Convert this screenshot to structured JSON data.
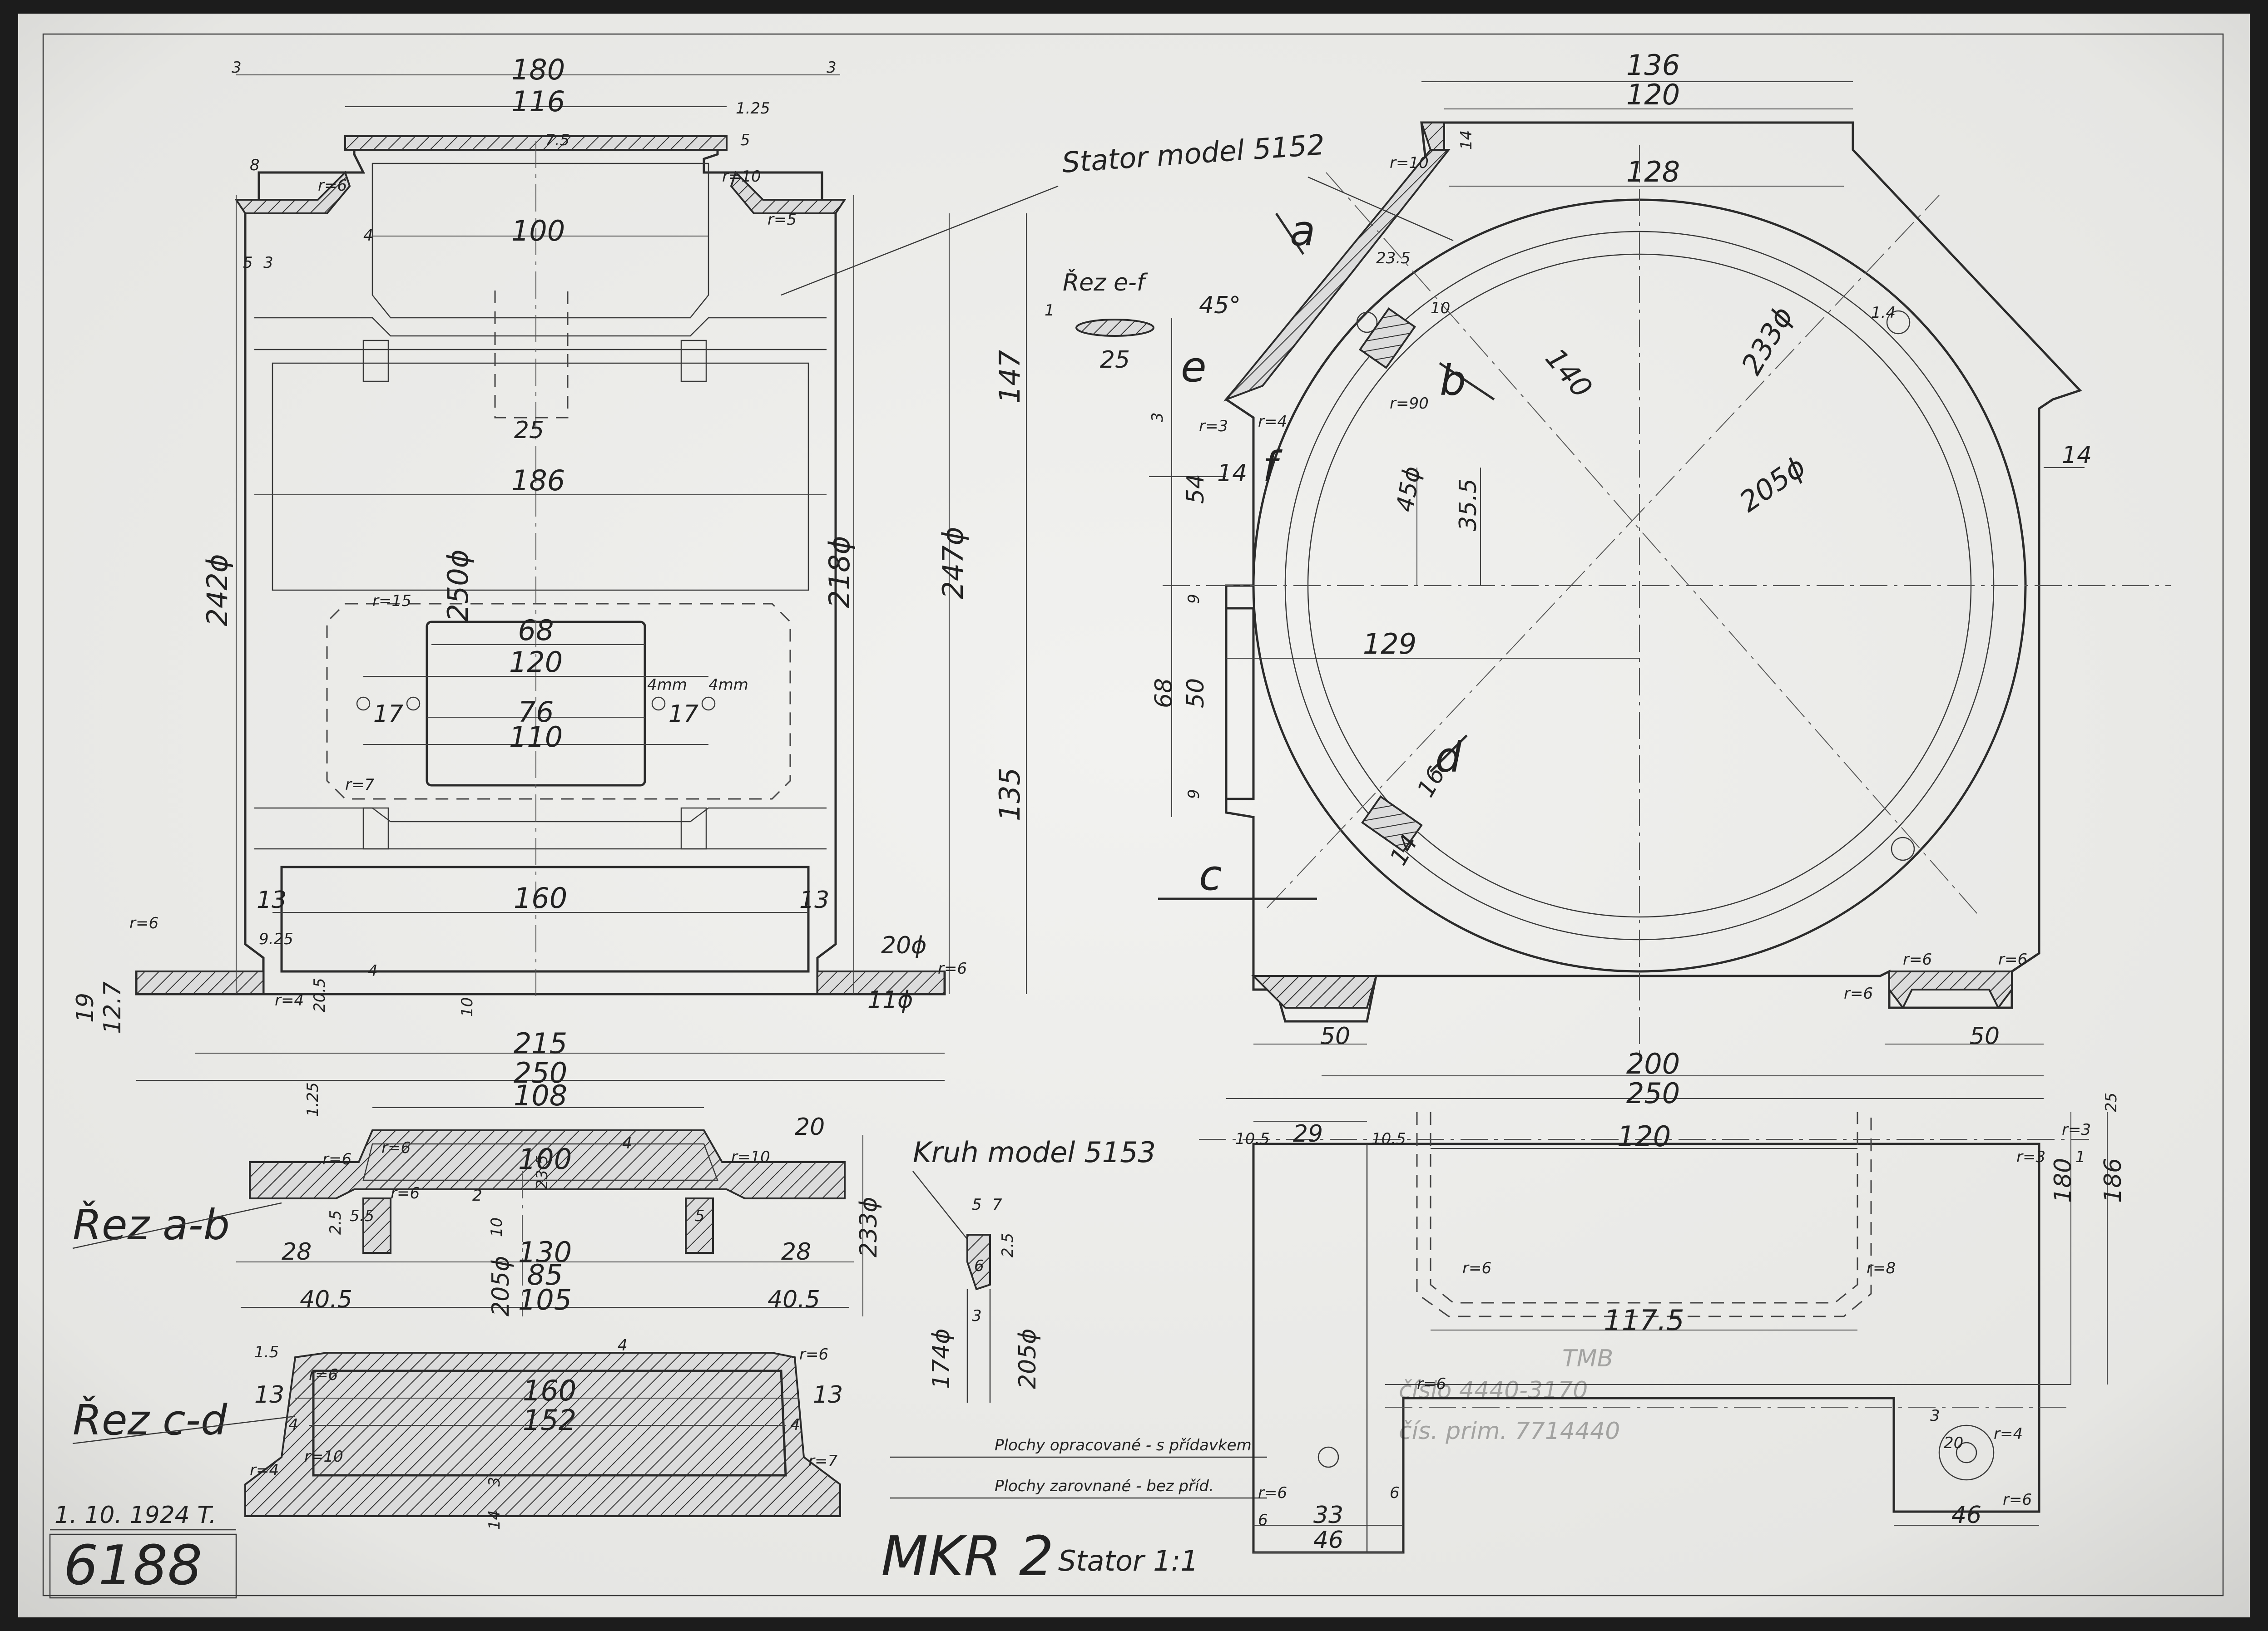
{
  "drawing": {
    "number": "6188",
    "date": "1. 10. 1924 T.",
    "title": "MKR 2",
    "subtitle": "Stator 1:1",
    "stator_model_label": "Stator model 5152",
    "ring_model_label": "Kruh model 5153",
    "section_ab": "Řez a-b",
    "section_cd": "Řez c-d",
    "section_ef": "Řez e-f",
    "letters": {
      "a": "a",
      "b": "b",
      "c": "c",
      "d": "d",
      "e": "e",
      "f": "f"
    },
    "legend": {
      "machined": "Plochy opracované - s přídavkem",
      "leveled": "Plochy zarovnané - bez příd."
    },
    "stamp_lines": [
      "TMB",
      "číslo 4440-3170",
      "čís. prim. 7714440"
    ]
  },
  "dimensions": {
    "front": [
      "180",
      "116",
      "3",
      "3",
      "8",
      "r=6",
      "4",
      "100",
      "r=10",
      "r=5",
      "5",
      "3",
      "1.25",
      "5",
      "7.5",
      "25",
      "186",
      "242ϕ",
      "250ϕ",
      "218ϕ",
      "247ϕ",
      "r=15",
      "68",
      "120",
      "17",
      "76",
      "17",
      "110",
      "4mm",
      "4mm",
      "r=7",
      "13",
      "13",
      "160",
      "r=6",
      "19",
      "12.7",
      "r=4",
      "4",
      "20.5",
      "10",
      "20ϕ",
      "11ϕ",
      "r=6",
      "215",
      "250",
      "9.25"
    ],
    "side": [
      "136",
      "120",
      "14",
      "r=10",
      "128",
      "23.5",
      "10",
      "45°",
      "25",
      "1",
      "140",
      "233ϕ",
      "147",
      "r=90",
      "r=3",
      "r=4",
      "14",
      "54",
      "45ϕ",
      "35.5",
      "205ϕ",
      "1.4",
      "14",
      "9",
      "129",
      "68",
      "50",
      "9",
      "16",
      "14",
      "135",
      "r=6",
      "r=6",
      "r=6",
      "50",
      "50",
      "200",
      "250",
      "3"
    ],
    "section_ab_dims": [
      "108",
      "1.25",
      "r=6",
      "r=6",
      "4",
      "20",
      "100",
      "r=10",
      "r=6",
      "2",
      "23.5",
      "2.5",
      "5.5",
      "10",
      "5",
      "28",
      "130",
      "28",
      "85",
      "40.5",
      "105",
      "40.5",
      "233ϕ",
      "205ϕ"
    ],
    "section_cd_dims": [
      "1.5",
      "4",
      "r=6",
      "r=6",
      "13",
      "160",
      "13",
      "4",
      "152",
      "r=10",
      "4",
      "r=4",
      "r=7",
      "3",
      "14"
    ],
    "ring_dims": [
      "5",
      "7",
      "2.5",
      "6",
      "3",
      "174ϕ",
      "205ϕ"
    ],
    "plan": [
      "10.5",
      "29",
      "10.5",
      "r=3",
      "25",
      "120",
      "r=3",
      "1",
      "180",
      "186",
      "r=6",
      "r=8",
      "117.5",
      "r=6",
      "3",
      "20",
      "r=6",
      "6",
      "6",
      "33",
      "46",
      "r=6",
      "46",
      "r=4"
    ]
  }
}
